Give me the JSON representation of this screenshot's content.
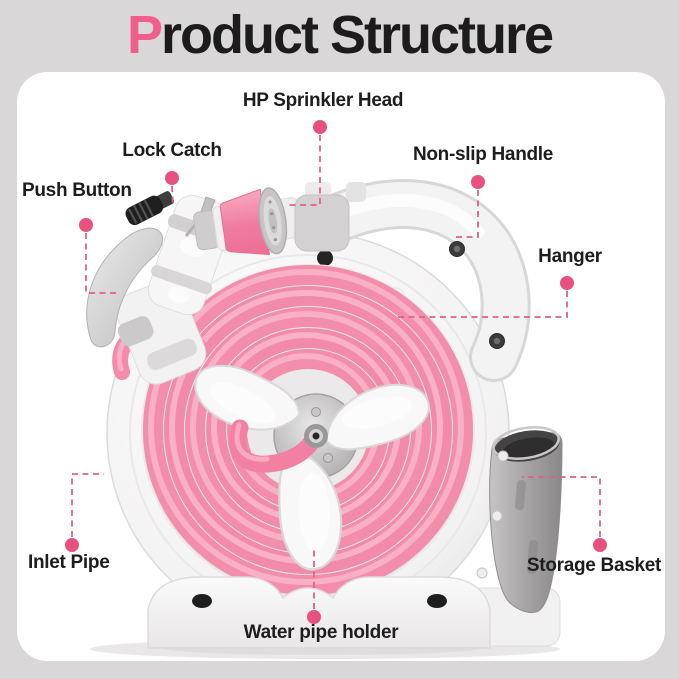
{
  "title": {
    "highlight": "P",
    "rest": "roduct Structure",
    "full": "Product Structure"
  },
  "callouts": [
    {
      "id": "hp-sprinkler-head",
      "label": "HP Sprinkler Head"
    },
    {
      "id": "lock-catch",
      "label": "Lock Catch"
    },
    {
      "id": "push-button",
      "label": "Push Button"
    },
    {
      "id": "non-slip-handle",
      "label": "Non-slip Handle"
    },
    {
      "id": "hanger",
      "label": "Hanger"
    },
    {
      "id": "inlet-pipe",
      "label": "Inlet Pipe"
    },
    {
      "id": "storage-basket",
      "label": "Storage Basket"
    },
    {
      "id": "water-pipe-holder",
      "label": "Water pipe holder"
    }
  ],
  "colors": {
    "background_gray": "#d9d7d7",
    "panel_white": "#ffffff",
    "title_text": "#1c1c1c",
    "title_highlight_pink": "#f05f8c",
    "label_text": "#1d1d1d",
    "callout_dot_pink": "#e8517f",
    "callout_line_pink": "#dd6287",
    "hose_pink": "#f38dac",
    "body_white": "#f4f3f3",
    "basket_gray": "#9c9a9a"
  }
}
